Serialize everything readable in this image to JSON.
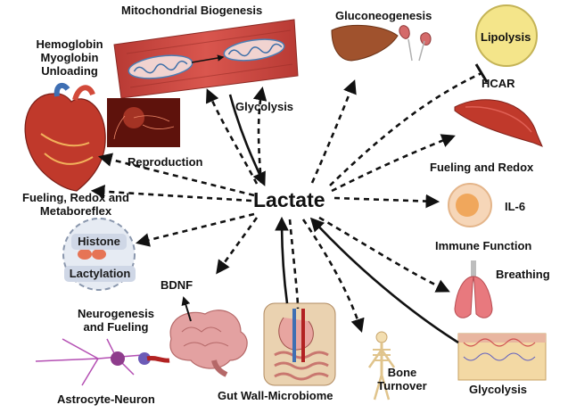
{
  "center_label": "Lactate",
  "labels": {
    "mito": "Mitochondrial Biogenesis",
    "hemo_1": "Hemoglobin",
    "hemo_2": "Myoglobin",
    "hemo_3": "Unloading",
    "glycolysis_top": "Glycolysis",
    "reproduction": "Reproduction",
    "fueling_redox_meta_1": "Fueling, Redox and",
    "fueling_redox_meta_2": "Metaboreflex",
    "histone": "Histone",
    "lactylation": "Lactylation",
    "bdnf": "BDNF",
    "neuro_1": "Neurogenesis",
    "neuro_2": "and Fueling",
    "astro": "Astrocyte-Neuron",
    "gut": "Gut Wall-Microbiome",
    "bone_1": "Bone",
    "bone_2": "Turnover",
    "glycolysis_bottom": "Glycolysis",
    "breathing": "Breathing",
    "immune": "Immune Function",
    "il6": "IL-6",
    "fueling_redox": "Fueling and Redox",
    "hcar": "HCAR",
    "lipolysis": "Lipolysis",
    "gluconeo": "Gluconeogenesis"
  },
  "colors": {
    "arrow": "#111111",
    "muscle": "#c0392b",
    "heart": "#b22222",
    "fat": "#f4e58a",
    "liver": "#a0522d",
    "lung": "#e8797e",
    "brain": "#e3a1a1",
    "bone": "#f3deb0"
  }
}
